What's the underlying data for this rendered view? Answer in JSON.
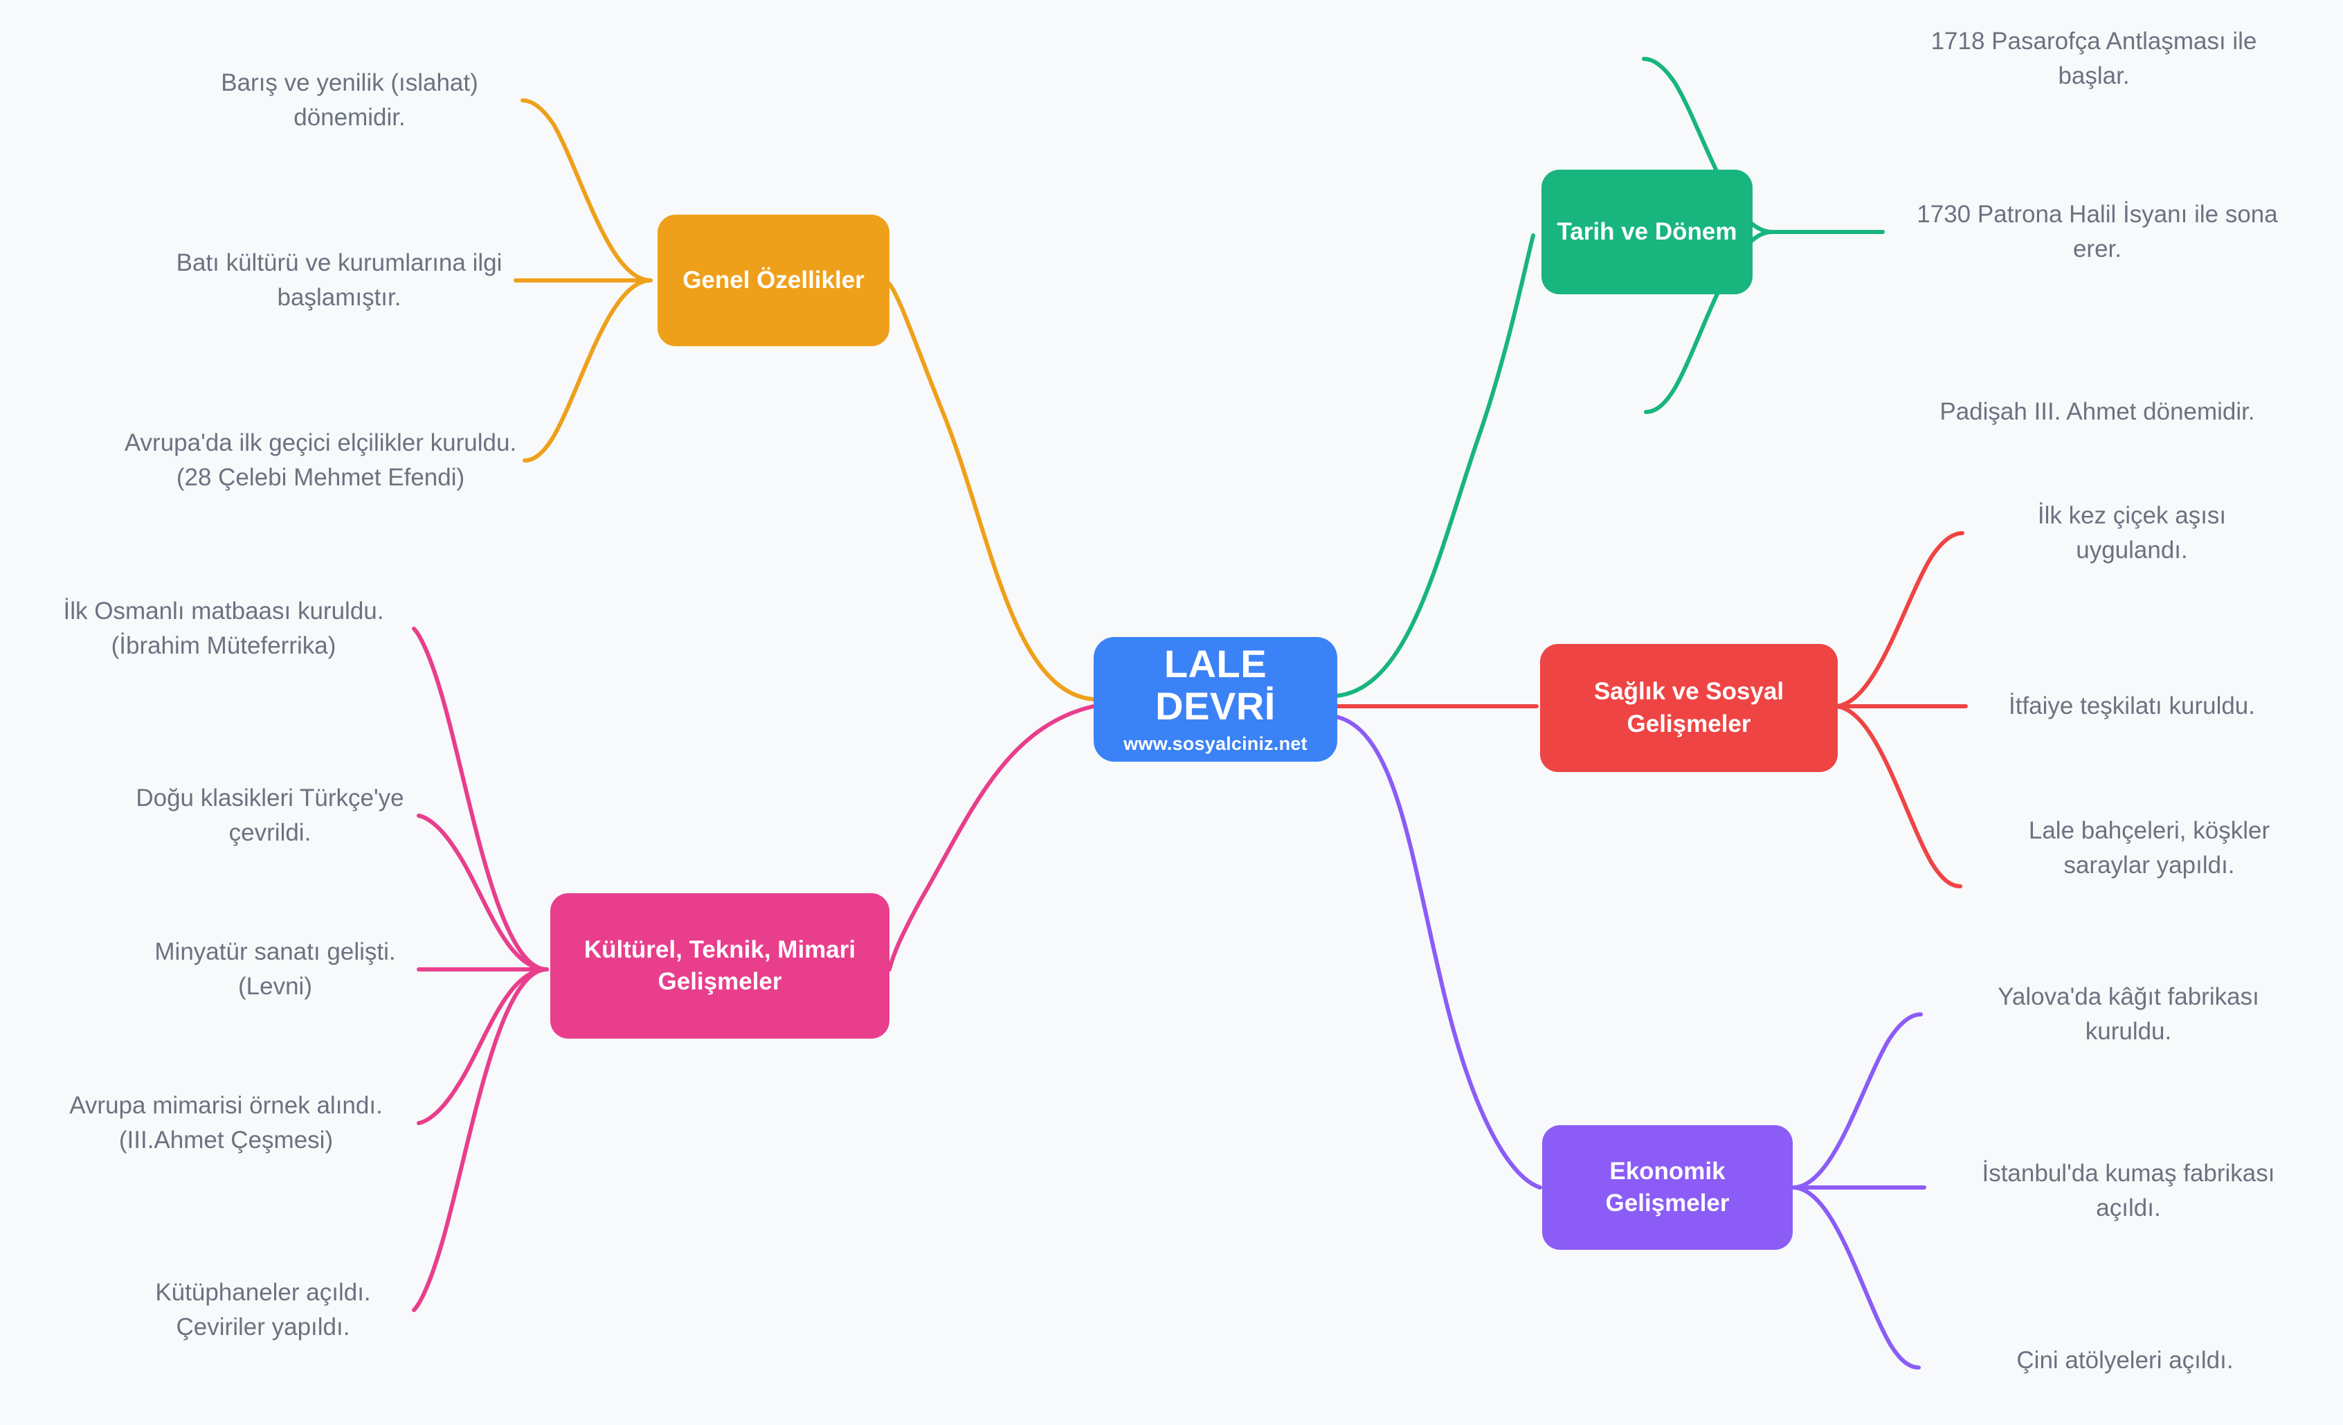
{
  "canvas": {
    "background": "#f7f9fb",
    "leaf_text_color": "#6b7280"
  },
  "root": {
    "title": "LALE DEVRİ",
    "subtitle": "www.sosyalciniz.net",
    "color": "#3b82f6"
  },
  "branches": [
    {
      "id": "genel-ozellikler",
      "label": "Genel Özellikler",
      "color": "#efa01a",
      "side": "left",
      "leaves": [
        "Barış ve yenilik (ıslahat) dönemidir.",
        "Batı kültürü ve kurumlarına ilgi başlamıştır.",
        "Avrupa'da ilk geçici elçilikler kuruldu. (28 Çelebi Mehmet Efendi)"
      ]
    },
    {
      "id": "kulturel-teknik-mimari",
      "label": "Kültürel, Teknik, Mimari Gelişmeler",
      "color": "#e83e8c",
      "side": "left",
      "leaves": [
        "İlk Osmanlı matbaası kuruldu. (İbrahim Müteferrika)",
        "Doğu klasikleri Türkçe'ye çevrildi.",
        "Minyatür sanatı gelişti. (Levni)",
        "Avrupa mimarisi örnek alındı. (III.Ahmet Çeşmesi)",
        "Kütüphaneler açıldı. Çeviriler yapıldı."
      ]
    },
    {
      "id": "tarih-ve-donem",
      "label": "Tarih ve Dönem",
      "color": "#18b57e",
      "side": "right",
      "leaves": [
        "1718 Pasarofça Antlaşması ile başlar.",
        "1730 Patrona Halil İsyanı ile sona erer.",
        "Padişah III. Ahmet dönemidir."
      ]
    },
    {
      "id": "saglik-ve-sosyal",
      "label": "Sağlık ve Sosyal Gelişmeler",
      "color": "#ef4444",
      "side": "right",
      "leaves": [
        "İlk kez çiçek aşısı uygulandı.",
        "İtfaiye teşkilatı kuruldu.",
        "Lale bahçeleri, köşkler saraylar yapıldı."
      ]
    },
    {
      "id": "ekonomik-gelismeler",
      "label": "Ekonomik Gelişmeler",
      "color": "#8b5cf6",
      "side": "right",
      "leaves": [
        "Yalova'da kâğıt fabrikası kuruldu.",
        "İstanbul'da kumaş fabrikası açıldı.",
        "Çini atölyeleri açıldı."
      ]
    }
  ]
}
